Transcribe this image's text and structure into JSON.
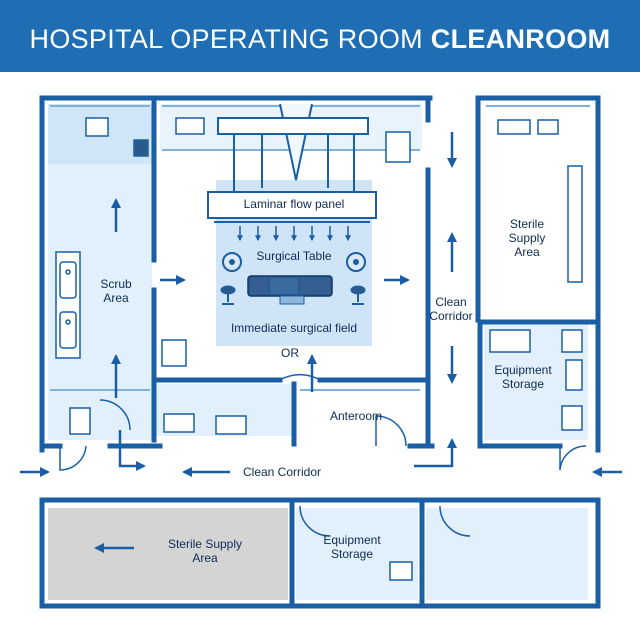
{
  "header": {
    "title_part1": "HOSPITAL OPERATING ROOM",
    "title_part2": "CLEANROOM"
  },
  "labels": {
    "laminar_flow_panel": "Laminar flow panel",
    "surgical_table": "Surgical Table",
    "immediate_surgical_field": "Immediate surgical field",
    "or": "OR",
    "scrub_area_line1": "Scrub",
    "scrub_area_line2": "Area",
    "anteroom": "Anteroom",
    "clean_corridor_right_line1": "Clean",
    "clean_corridor_right_line2": "Corridor",
    "clean_corridor_bottom": "Clean Corridor",
    "sterile_supply_right_line1": "Sterile",
    "sterile_supply_right_line2": "Supply",
    "sterile_supply_right_line3": "Area",
    "equipment_storage_right_line1": "Equipment",
    "equipment_storage_right_line2": "Storage",
    "sterile_supply_bottom_line1": "Sterile Supply",
    "sterile_supply_bottom_line2": "Area",
    "equipment_storage_bottom_line1": "Equipment",
    "equipment_storage_bottom_line2": "Storage"
  },
  "colors": {
    "banner": "#1f6db3",
    "wall": "#1a5fa6",
    "room_fill": "#e2f0fb",
    "sterile_field": "#cfe4f6",
    "grey_room": "#d4d4d4",
    "arrow": "#1a5fa6",
    "text": "#0f2d52"
  },
  "icons": [
    "arrow-icon",
    "door-icon",
    "sink-icon",
    "surgical-light-icon",
    "stool-icon",
    "cart-icon",
    "cabinet-icon"
  ]
}
